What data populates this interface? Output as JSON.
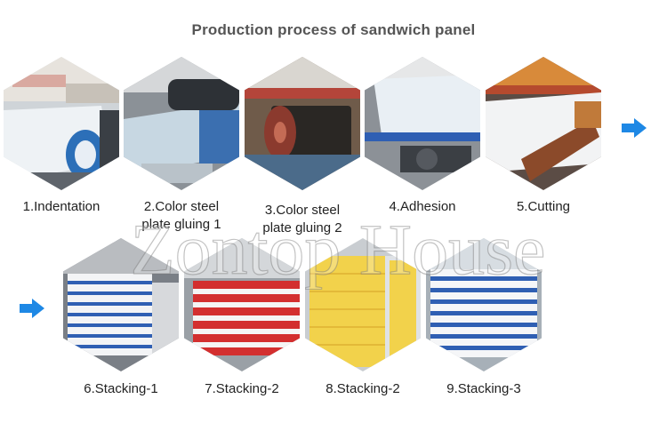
{
  "title": "Production process of sandwich panel",
  "watermark": "Zontop House",
  "steps": [
    {
      "label_1": "1.Indentation",
      "label_2": ""
    },
    {
      "label_1": "2.Color steel",
      "label_2": "plate gluing 1"
    },
    {
      "label_1": "3.Color steel",
      "label_2": "plate gluing 2"
    },
    {
      "label_1": "4.Adhesion",
      "label_2": ""
    },
    {
      "label_1": "5.Cutting",
      "label_2": ""
    },
    {
      "label_1": "6.Stacking-1",
      "label_2": ""
    },
    {
      "label_1": "7.Stacking-2",
      "label_2": ""
    },
    {
      "label_1": "8.Stacking-2",
      "label_2": ""
    },
    {
      "label_1": "9.Stacking-3",
      "label_2": ""
    }
  ],
  "colors": {
    "arrow": "#1e88e5",
    "title": "#555555",
    "panel_red": "#d32f2f",
    "panel_blue": "#2f5fb3",
    "panel_yellow": "#f2d24b"
  }
}
